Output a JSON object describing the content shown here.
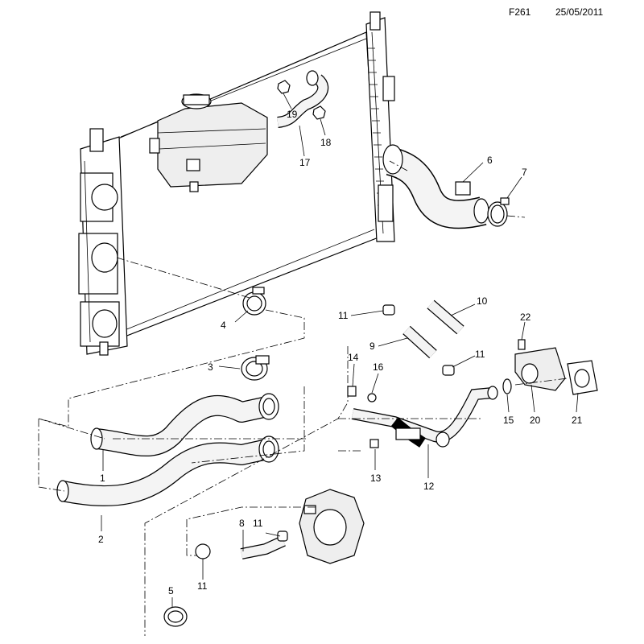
{
  "header": {
    "sheet_id": "F261",
    "date": "25/05/2011"
  },
  "callouts": {
    "c1": "1",
    "c2": "2",
    "c3": "3",
    "c4": "4",
    "c5": "5",
    "c6": "6",
    "c7": "7",
    "c8": "8",
    "c9": "9",
    "c10": "10",
    "c11a": "11",
    "c11b": "11",
    "c11c": "11",
    "c11d": "11",
    "c12": "12",
    "c13": "13",
    "c14": "14",
    "c15": "15",
    "c16": "16",
    "c17": "17",
    "c18": "18",
    "c19": "19",
    "c20": "20",
    "c21": "21",
    "c22": "22"
  }
}
